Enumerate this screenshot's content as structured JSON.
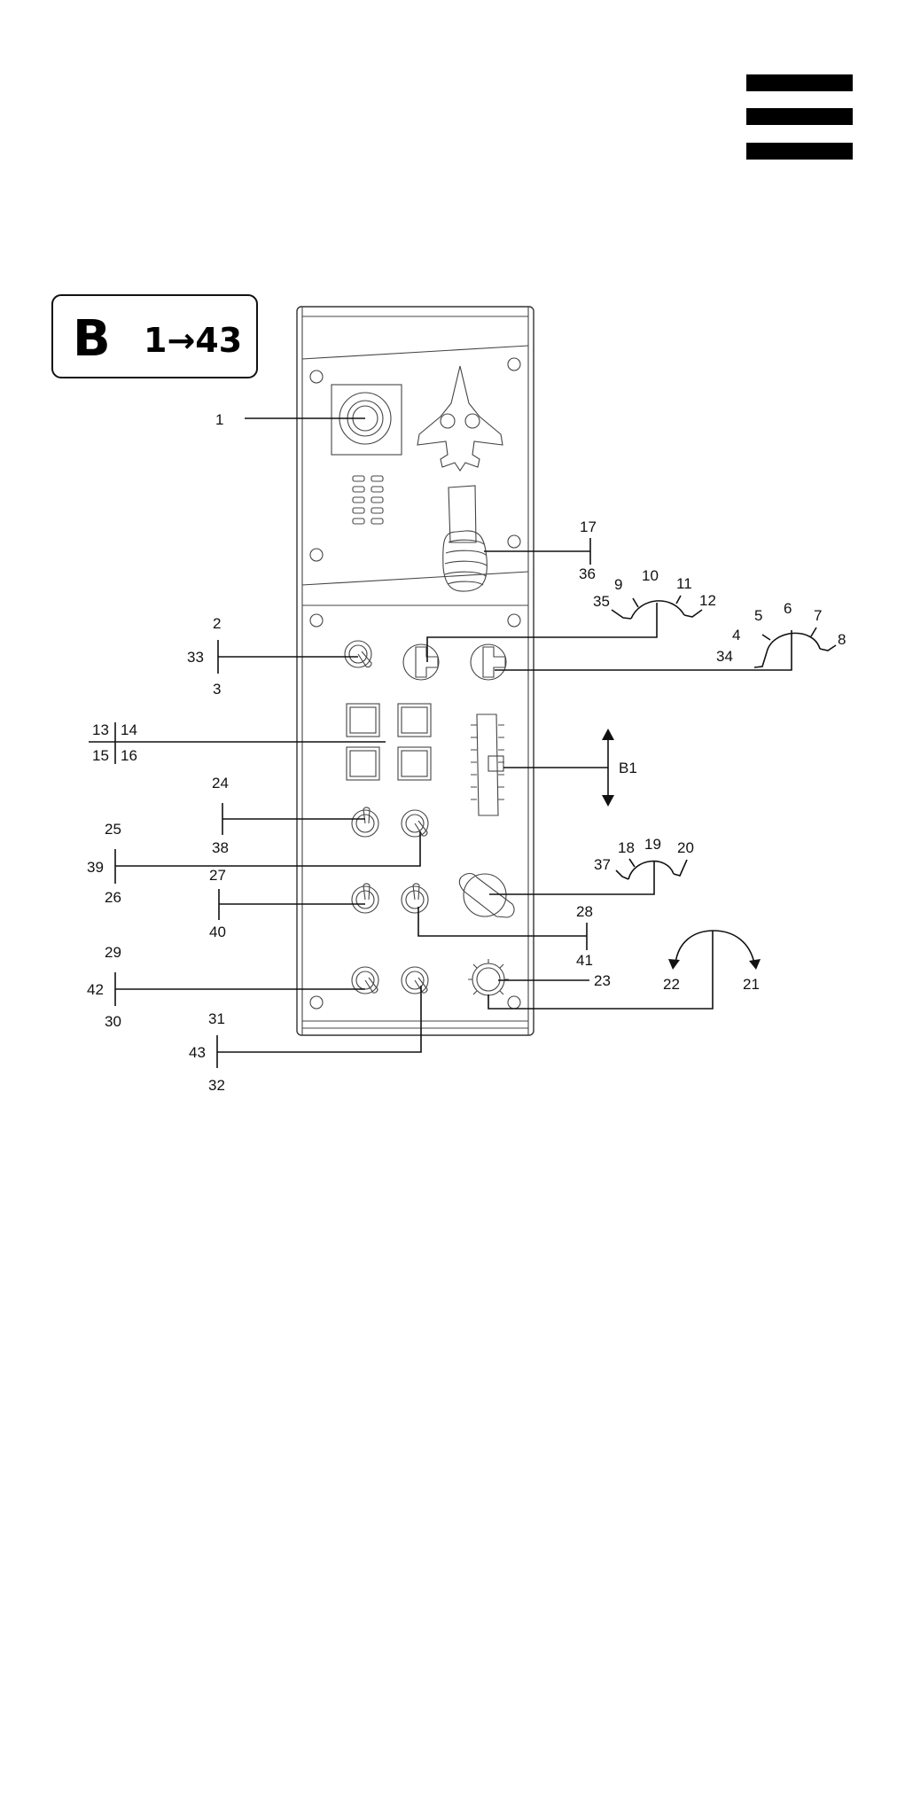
{
  "menu_icon": "hamburger-menu-icon",
  "badge": {
    "letter": "B",
    "range": "1→43"
  },
  "callouts": {
    "c1": "1",
    "c2": "2",
    "c3": "3",
    "c4": "4",
    "c5": "5",
    "c6": "6",
    "c7": "7",
    "c8": "8",
    "c9": "9",
    "c10": "10",
    "c11": "11",
    "c12": "12",
    "c13": "13",
    "c14": "14",
    "c15": "15",
    "c16": "16",
    "c17": "17",
    "c18": "18",
    "c19": "19",
    "c20": "20",
    "c21": "21",
    "c22": "22",
    "c23": "23",
    "c24": "24",
    "c25": "25",
    "c26": "26",
    "c27": "27",
    "c28": "28",
    "c29": "29",
    "c30": "30",
    "c31": "31",
    "c32": "32",
    "c33": "33",
    "c34": "34",
    "c35": "35",
    "c36": "36",
    "c37": "37",
    "c38": "38",
    "c39": "39",
    "c40": "40",
    "c41": "41",
    "c42": "42",
    "c43": "43",
    "b1": "B1"
  }
}
